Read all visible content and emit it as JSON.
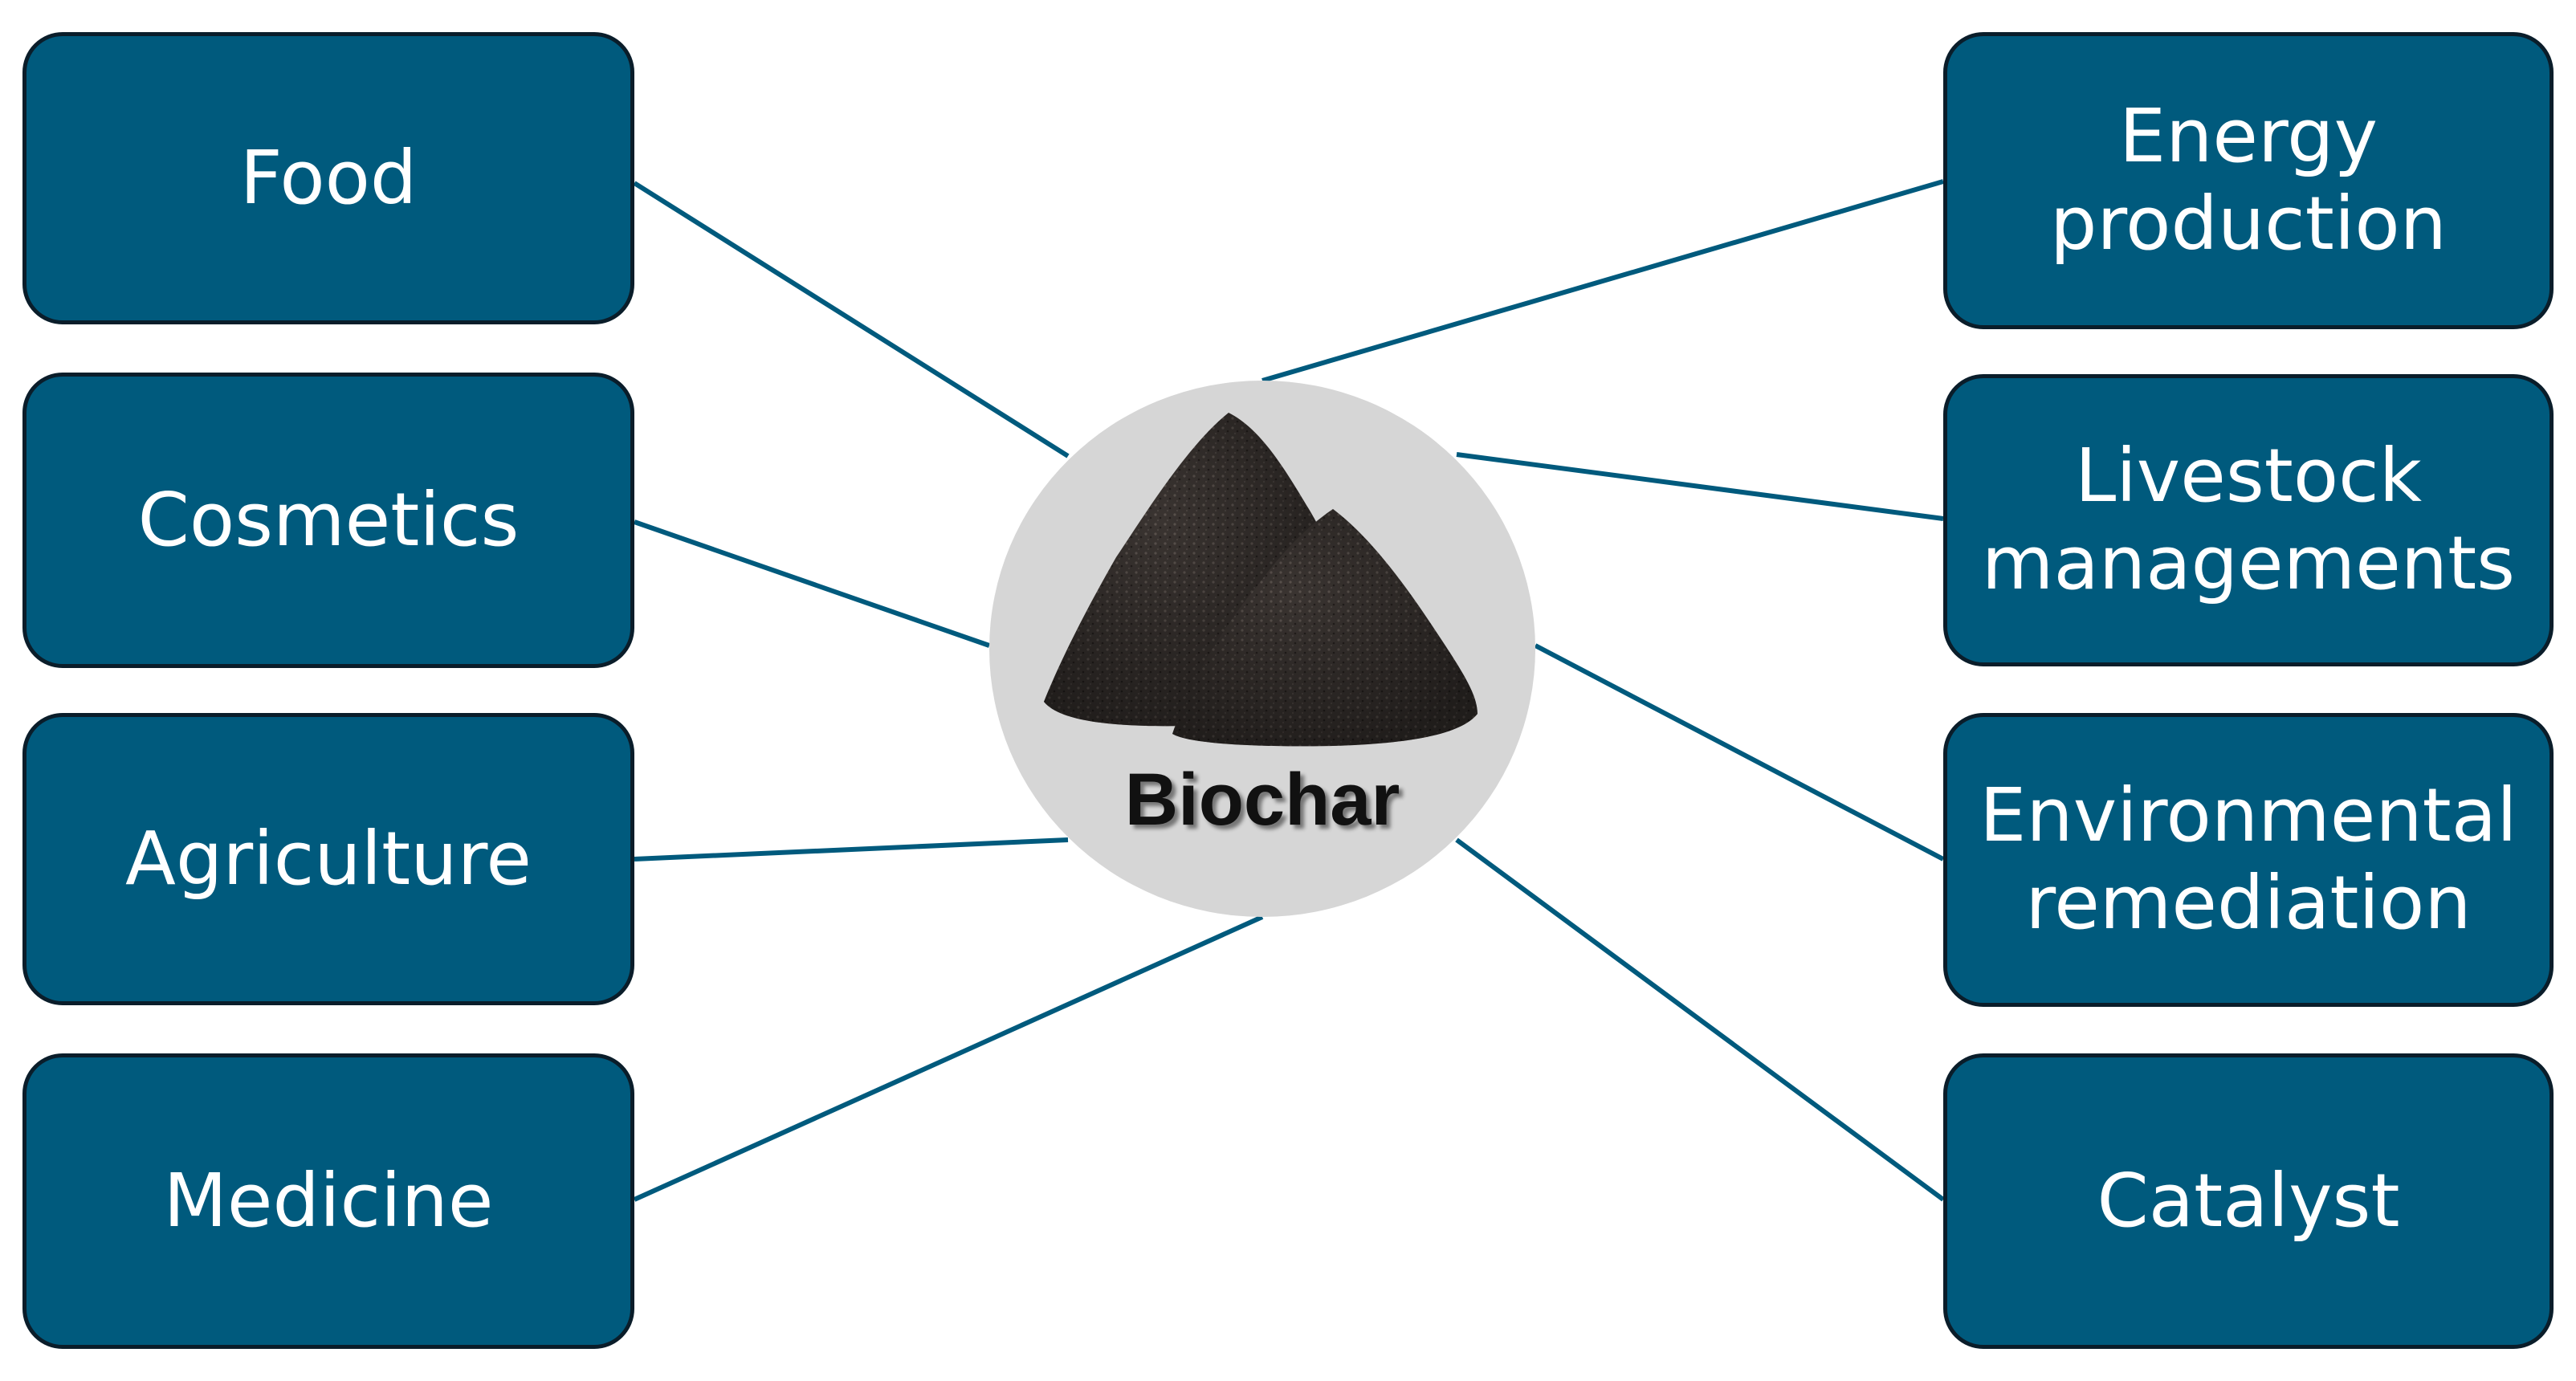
{
  "center": {
    "label": "Biochar",
    "image": "biochar-powder-pile"
  },
  "left_items": [
    {
      "label": "Food"
    },
    {
      "label": "Cosmetics"
    },
    {
      "label": "Agriculture"
    },
    {
      "label": "Medicine"
    }
  ],
  "right_items": [
    {
      "label": "Energy\nproduction"
    },
    {
      "label": "Livestock\nmanagements"
    },
    {
      "label": "Environmental\nremediation"
    },
    {
      "label": "Catalyst"
    }
  ],
  "colors": {
    "box_fill": "#005a7d",
    "box_border": "#0a1d2a",
    "connector": "#005a7d",
    "hub_fill": "#d6d6d6",
    "box_text": "#ffffff"
  }
}
